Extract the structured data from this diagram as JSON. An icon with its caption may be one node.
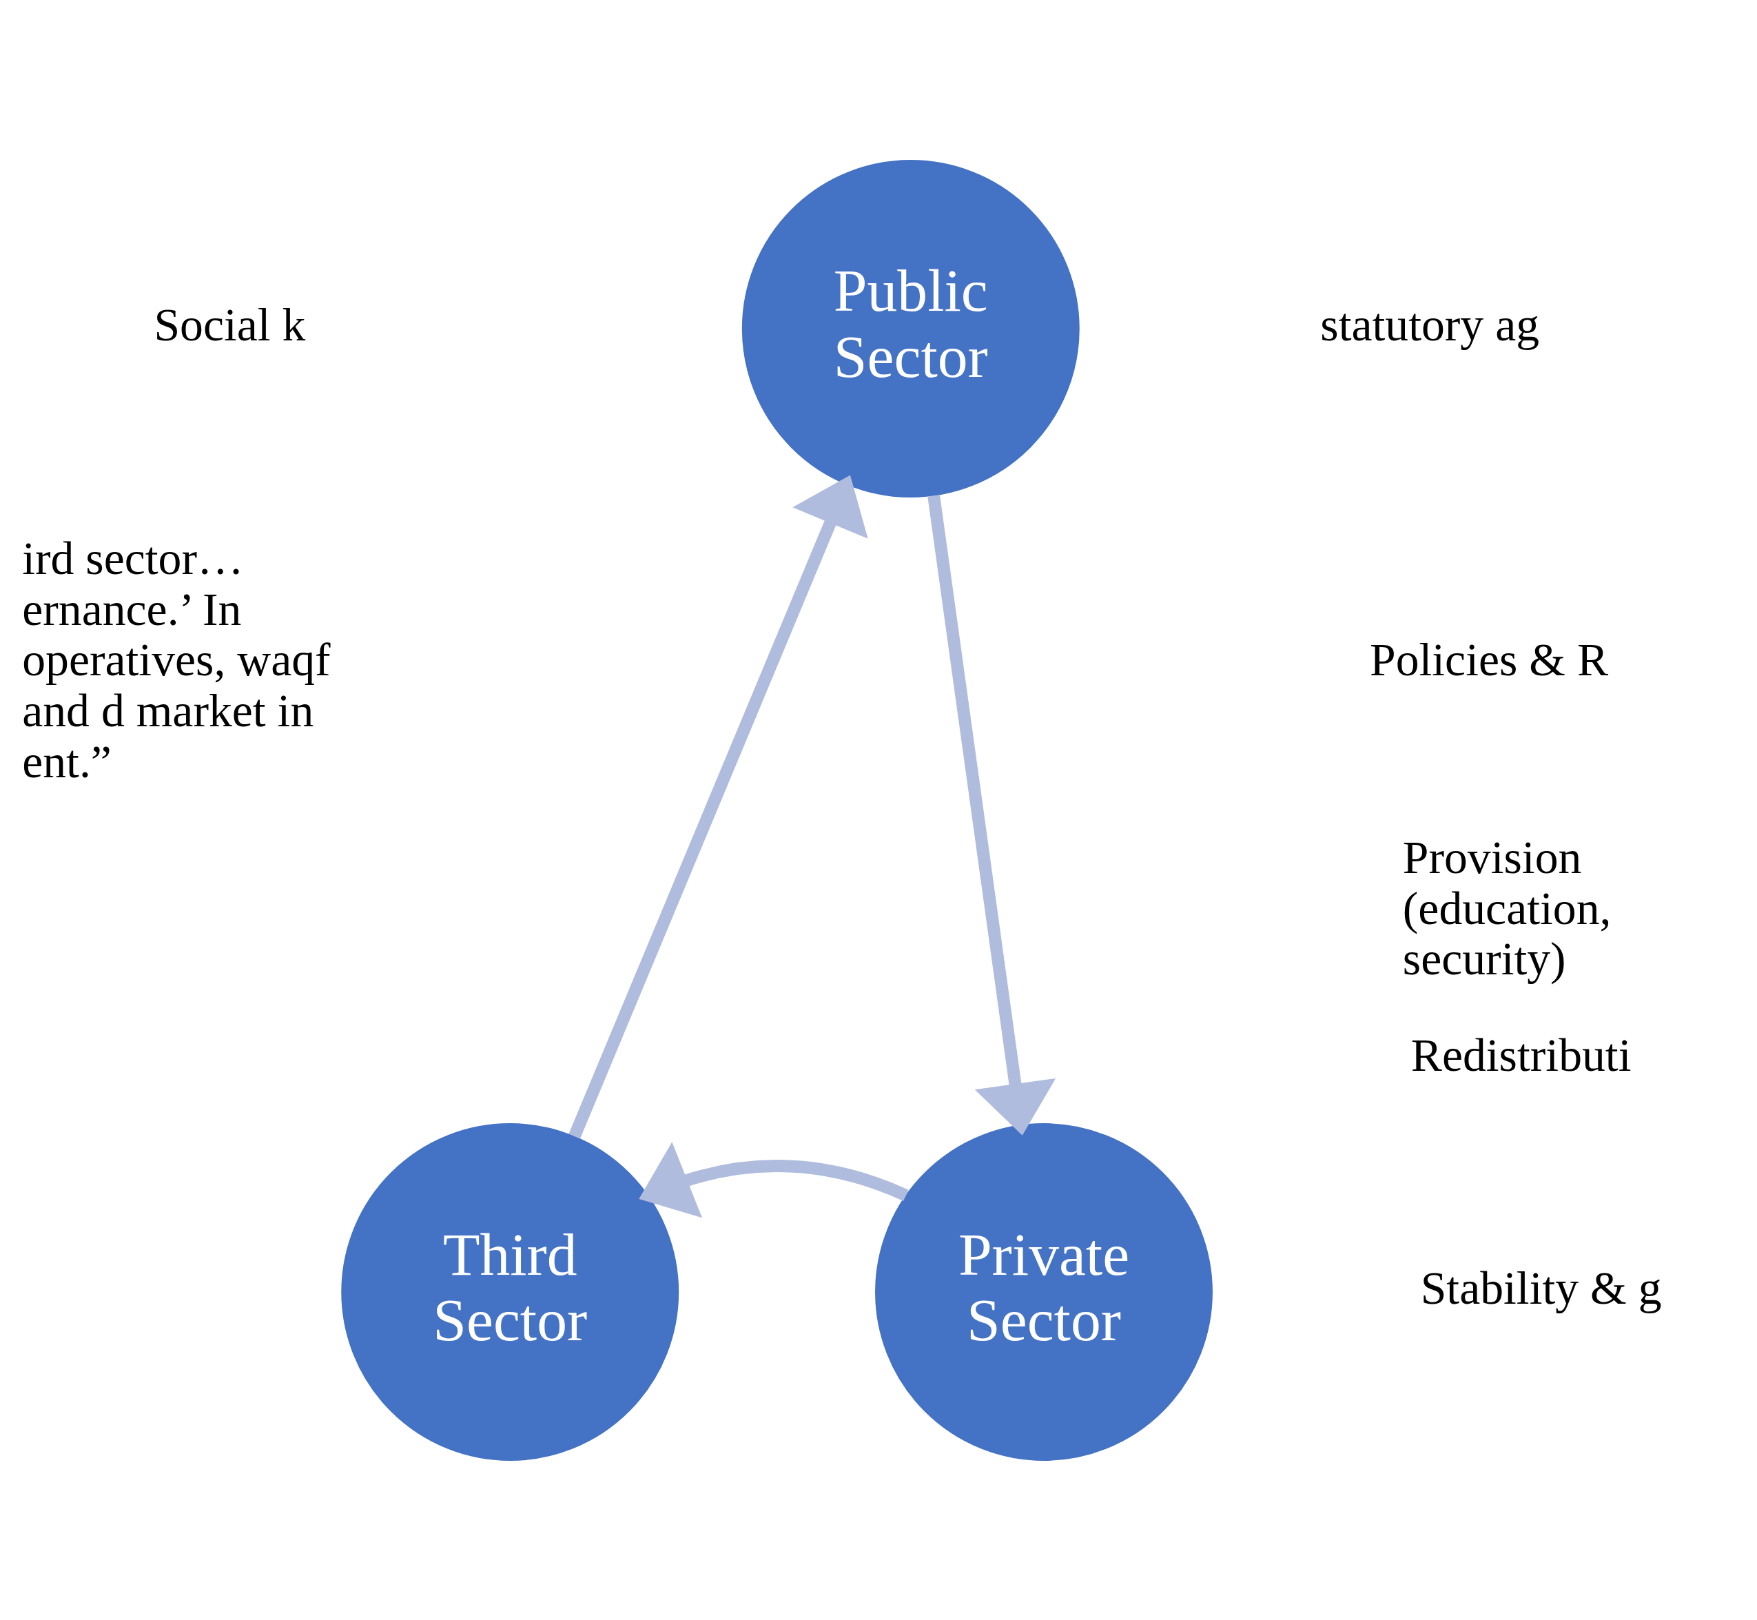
{
  "diagram": {
    "nodes": [
      {
        "text": [
          "Public Sector"
        ]
      },
      {
        "text": [
          "Private Sector"
        ]
      },
      {
        "text": [
          "Third Sector"
        ]
      }
    ],
    "edges": [
      {
        "from": 0,
        "to": 1,
        "arrow": "to"
      },
      {
        "from": 1,
        "to": 2,
        "arrow": "to"
      },
      {
        "from": 2,
        "to": 0,
        "arrow": "to"
      }
    ],
    "labels": [
      "Social k",
      "ird sector… ernance.’ In operatives, waqf and d market in ent.”",
      "statutory ag",
      "Policies & R",
      "Provision (education, security)",
      "Redistributi",
      "Stability & g"
    ]
  }
}
